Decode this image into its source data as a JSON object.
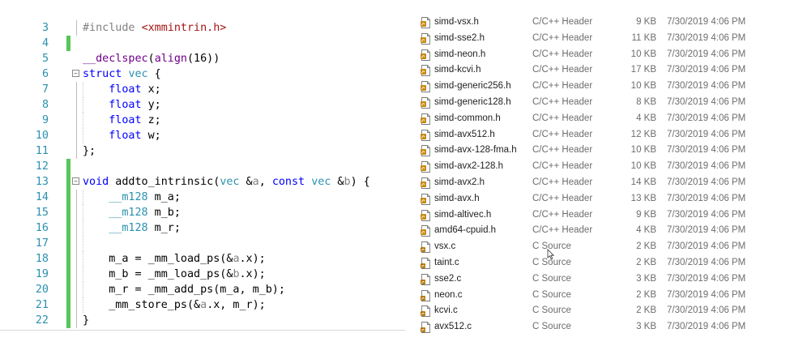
{
  "editor": {
    "lines": [
      {
        "num": "3",
        "segments": [
          {
            "t": "#include ",
            "c": "preproc"
          },
          {
            "t": "<xmmintrin.h>",
            "c": "string"
          }
        ]
      },
      {
        "num": "4",
        "segments": []
      },
      {
        "num": "5",
        "segments": [
          {
            "t": "__declspec",
            "c": "macro"
          },
          {
            "t": "(",
            "c": "plain"
          },
          {
            "t": "align",
            "c": "macro"
          },
          {
            "t": "(16))",
            "c": "plain"
          }
        ]
      },
      {
        "num": "6",
        "segments": [
          {
            "t": "struct",
            "c": "keyword"
          },
          {
            "t": " ",
            "c": "plain"
          },
          {
            "t": "vec",
            "c": "type"
          },
          {
            "t": " {",
            "c": "plain"
          }
        ]
      },
      {
        "num": "7",
        "segments": [
          {
            "t": "    ",
            "c": "plain"
          },
          {
            "t": "float",
            "c": "keyword"
          },
          {
            "t": " x;",
            "c": "plain"
          }
        ]
      },
      {
        "num": "8",
        "segments": [
          {
            "t": "    ",
            "c": "plain"
          },
          {
            "t": "float",
            "c": "keyword"
          },
          {
            "t": " y;",
            "c": "plain"
          }
        ]
      },
      {
        "num": "9",
        "segments": [
          {
            "t": "    ",
            "c": "plain"
          },
          {
            "t": "float",
            "c": "keyword"
          },
          {
            "t": " z;",
            "c": "plain"
          }
        ]
      },
      {
        "num": "10",
        "segments": [
          {
            "t": "    ",
            "c": "plain"
          },
          {
            "t": "float",
            "c": "keyword"
          },
          {
            "t": " w;",
            "c": "plain"
          }
        ]
      },
      {
        "num": "11",
        "segments": [
          {
            "t": "};",
            "c": "plain"
          }
        ]
      },
      {
        "num": "12",
        "segments": []
      },
      {
        "num": "13",
        "segments": [
          {
            "t": "void",
            "c": "keyword"
          },
          {
            "t": " addto_intrinsic(",
            "c": "plain"
          },
          {
            "t": "vec",
            "c": "type"
          },
          {
            "t": " &",
            "c": "plain"
          },
          {
            "t": "a",
            "c": "param"
          },
          {
            "t": ", ",
            "c": "plain"
          },
          {
            "t": "const",
            "c": "keyword"
          },
          {
            "t": " ",
            "c": "plain"
          },
          {
            "t": "vec",
            "c": "type"
          },
          {
            "t": " &",
            "c": "plain"
          },
          {
            "t": "b",
            "c": "param"
          },
          {
            "t": ") {",
            "c": "plain"
          }
        ]
      },
      {
        "num": "14",
        "segments": [
          {
            "t": "    ",
            "c": "plain"
          },
          {
            "t": "__m128",
            "c": "type"
          },
          {
            "t": " m_a;",
            "c": "plain"
          }
        ]
      },
      {
        "num": "15",
        "segments": [
          {
            "t": "    ",
            "c": "plain"
          },
          {
            "t": "__m128",
            "c": "type"
          },
          {
            "t": " m_b;",
            "c": "plain"
          }
        ]
      },
      {
        "num": "16",
        "segments": [
          {
            "t": "    ",
            "c": "plain"
          },
          {
            "t": "__m128",
            "c": "type"
          },
          {
            "t": " m_r;",
            "c": "plain"
          }
        ]
      },
      {
        "num": "17",
        "segments": []
      },
      {
        "num": "18",
        "segments": [
          {
            "t": "    m_a = _mm_load_ps(&",
            "c": "plain"
          },
          {
            "t": "a",
            "c": "param"
          },
          {
            "t": ".x);",
            "c": "plain"
          }
        ]
      },
      {
        "num": "19",
        "segments": [
          {
            "t": "    m_b = _mm_load_ps(&",
            "c": "plain"
          },
          {
            "t": "b",
            "c": "param"
          },
          {
            "t": ".x);",
            "c": "plain"
          }
        ]
      },
      {
        "num": "20",
        "segments": [
          {
            "t": "    m_r = _mm_add_ps(m_a, m_b);",
            "c": "plain"
          }
        ]
      },
      {
        "num": "21",
        "segments": [
          {
            "t": "    _mm_store_ps(&",
            "c": "plain"
          },
          {
            "t": "a",
            "c": "param"
          },
          {
            "t": ".x, m_r);",
            "c": "plain"
          }
        ]
      },
      {
        "num": "22",
        "segments": [
          {
            "t": "}",
            "c": "plain"
          }
        ]
      }
    ]
  },
  "files": [
    {
      "name": "simd-vsx.h",
      "type": "C/C++ Header",
      "size": "9 KB",
      "date": "7/30/2019 4:06 PM",
      "icon": "header-file-icon"
    },
    {
      "name": "simd-sse2.h",
      "type": "C/C++ Header",
      "size": "11 KB",
      "date": "7/30/2019 4:06 PM",
      "icon": "header-file-icon"
    },
    {
      "name": "simd-neon.h",
      "type": "C/C++ Header",
      "size": "10 KB",
      "date": "7/30/2019 4:06 PM",
      "icon": "header-file-icon"
    },
    {
      "name": "simd-kcvi.h",
      "type": "C/C++ Header",
      "size": "17 KB",
      "date": "7/30/2019 4:06 PM",
      "icon": "header-file-icon"
    },
    {
      "name": "simd-generic256.h",
      "type": "C/C++ Header",
      "size": "10 KB",
      "date": "7/30/2019 4:06 PM",
      "icon": "header-file-icon"
    },
    {
      "name": "simd-generic128.h",
      "type": "C/C++ Header",
      "size": "8 KB",
      "date": "7/30/2019 4:06 PM",
      "icon": "header-file-icon"
    },
    {
      "name": "simd-common.h",
      "type": "C/C++ Header",
      "size": "4 KB",
      "date": "7/30/2019 4:06 PM",
      "icon": "header-file-icon"
    },
    {
      "name": "simd-avx512.h",
      "type": "C/C++ Header",
      "size": "12 KB",
      "date": "7/30/2019 4:06 PM",
      "icon": "header-file-icon"
    },
    {
      "name": "simd-avx-128-fma.h",
      "type": "C/C++ Header",
      "size": "10 KB",
      "date": "7/30/2019 4:06 PM",
      "icon": "header-file-icon"
    },
    {
      "name": "simd-avx2-128.h",
      "type": "C/C++ Header",
      "size": "10 KB",
      "date": "7/30/2019 4:06 PM",
      "icon": "header-file-icon"
    },
    {
      "name": "simd-avx2.h",
      "type": "C/C++ Header",
      "size": "14 KB",
      "date": "7/30/2019 4:06 PM",
      "icon": "header-file-icon"
    },
    {
      "name": "simd-avx.h",
      "type": "C/C++ Header",
      "size": "13 KB",
      "date": "7/30/2019 4:06 PM",
      "icon": "header-file-icon"
    },
    {
      "name": "simd-altivec.h",
      "type": "C/C++ Header",
      "size": "9 KB",
      "date": "7/30/2019 4:06 PM",
      "icon": "header-file-icon"
    },
    {
      "name": "amd64-cpuid.h",
      "type": "C/C++ Header",
      "size": "4 KB",
      "date": "7/30/2019 4:06 PM",
      "icon": "header-file-icon"
    },
    {
      "name": "vsx.c",
      "type": "C Source",
      "size": "2 KB",
      "date": "7/30/2019 4:06 PM",
      "icon": "c-source-file-icon"
    },
    {
      "name": "taint.c",
      "type": "C Source",
      "size": "2 KB",
      "date": "7/30/2019 4:06 PM",
      "icon": "c-source-file-icon"
    },
    {
      "name": "sse2.c",
      "type": "C Source",
      "size": "3 KB",
      "date": "7/30/2019 4:06 PM",
      "icon": "c-source-file-icon"
    },
    {
      "name": "neon.c",
      "type": "C Source",
      "size": "2 KB",
      "date": "7/30/2019 4:06 PM",
      "icon": "c-source-file-icon"
    },
    {
      "name": "kcvi.c",
      "type": "C Source",
      "size": "2 KB",
      "date": "7/30/2019 4:06 PM",
      "icon": "c-source-file-icon"
    },
    {
      "name": "avx512.c",
      "type": "C Source",
      "size": "3 KB",
      "date": "7/30/2019 4:06 PM",
      "icon": "c-source-file-icon"
    }
  ],
  "colors": {
    "line_number": "#2b91af",
    "keyword": "#0000ff",
    "type": "#2b91af",
    "string": "#a31515",
    "preprocessor": "#808080",
    "parameter": "#808080",
    "macro": "#6f008a",
    "change_marker": "#57c557"
  }
}
